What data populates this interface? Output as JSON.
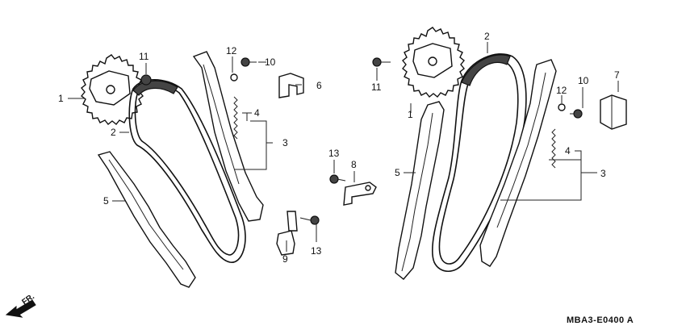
{
  "diagram_code": "MBA3-E0400 A",
  "direction_label": "FR.",
  "callouts": {
    "left_sprocket": "1",
    "left_chain": "2",
    "left_tensioner_assy": "3",
    "left_spring": "4",
    "left_guide": "5",
    "left_wedge": "6",
    "center_bracket_upper": "8",
    "center_bracket_lower": "9",
    "left_washer_bolt": "10",
    "left_sprocket_bolt": "11",
    "left_washer": "12",
    "center_bolt_upper": "13",
    "center_bolt_lower": "13",
    "right_sprocket": "1",
    "right_chain": "2",
    "right_tensioner_assy": "3",
    "right_spring": "4",
    "right_guide": "5",
    "right_wedge": "7",
    "right_washer_bolt": "10",
    "right_sprocket_bolt": "11",
    "right_washer": "12"
  }
}
